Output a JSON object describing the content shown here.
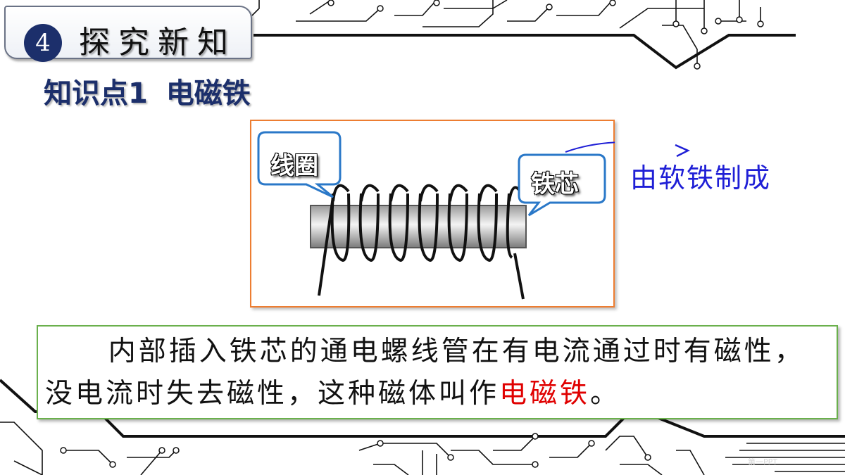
{
  "section": {
    "number": "4",
    "title": "探究新知"
  },
  "knowledge_point": {
    "title": "知识点1 电磁铁"
  },
  "diagram": {
    "coil_label": "线圈",
    "core_label": "铁芯",
    "core_note": "由软铁制成"
  },
  "definition": {
    "text_before": "内部插入铁芯的通电螺线管在有电流通过时有磁性，没电流时失去磁性，这种磁体叫作",
    "highlight": "电磁铁",
    "text_after": "。"
  },
  "watermark": "第一PPT",
  "colors": {
    "title_navy": "#1c2f6b",
    "frame_orange": "#ed7d31",
    "callout_blue": "#2a78c8",
    "note_blue": "#1f1fd6",
    "definition_green": "#6ab04c",
    "highlight_red": "#e00000"
  }
}
